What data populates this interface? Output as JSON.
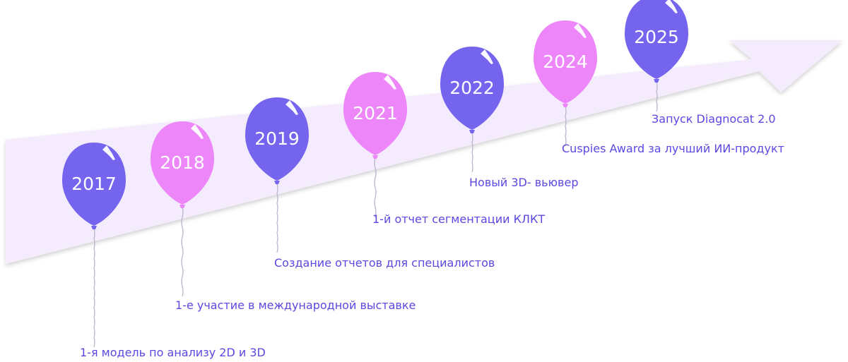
{
  "colors": {
    "purple": "#7565EE",
    "pink": "#EC86F9",
    "arrow": "#F4ECFD",
    "text": "#5B48E0",
    "string": "#B9B4C8"
  },
  "milestones": [
    {
      "year": "2017",
      "label": "1-я модель по анализу 2D и 3D",
      "color": "purple"
    },
    {
      "year": "2018",
      "label": "1-е участие в международной выставке",
      "color": "pink"
    },
    {
      "year": "2019",
      "label": "Создание отчетов для специалистов",
      "color": "purple"
    },
    {
      "year": "2021",
      "label": "1-й отчет сегментации КЛКТ",
      "color": "pink"
    },
    {
      "year": "2022",
      "label": "Новый 3D- вьювер",
      "color": "purple"
    },
    {
      "year": "2024",
      "label": "Cuspies Award за лучший ИИ-продукт",
      "color": "pink"
    },
    {
      "year": "2025",
      "label": "Запуск Diagnocat 2.0",
      "color": "purple"
    }
  ]
}
